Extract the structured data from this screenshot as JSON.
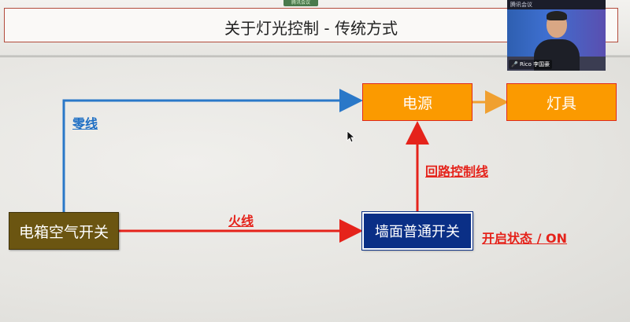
{
  "meeting": {
    "tab_label": "腾讯会议"
  },
  "slide": {
    "title": "关于灯光控制 - 传统方式",
    "boxes": {
      "power": "电源",
      "lamp": "灯具",
      "breaker": "电箱空气开关",
      "wall_switch": "墙面普通开关"
    },
    "labels": {
      "neutral": "零线",
      "live": "火线",
      "loop_control": "回路控制线",
      "switch_state": "开启状态 / ON"
    },
    "colors": {
      "neutral_wire": "#2a78c8",
      "live_wire": "#e5231b",
      "power_to_lamp": "#f0a030",
      "box_orange": "#fb9a00",
      "box_brown": "#6b5511",
      "box_navy": "#0a2f86"
    }
  },
  "video": {
    "top_text": "腾讯会议",
    "participant": "Rico 李国豪"
  }
}
